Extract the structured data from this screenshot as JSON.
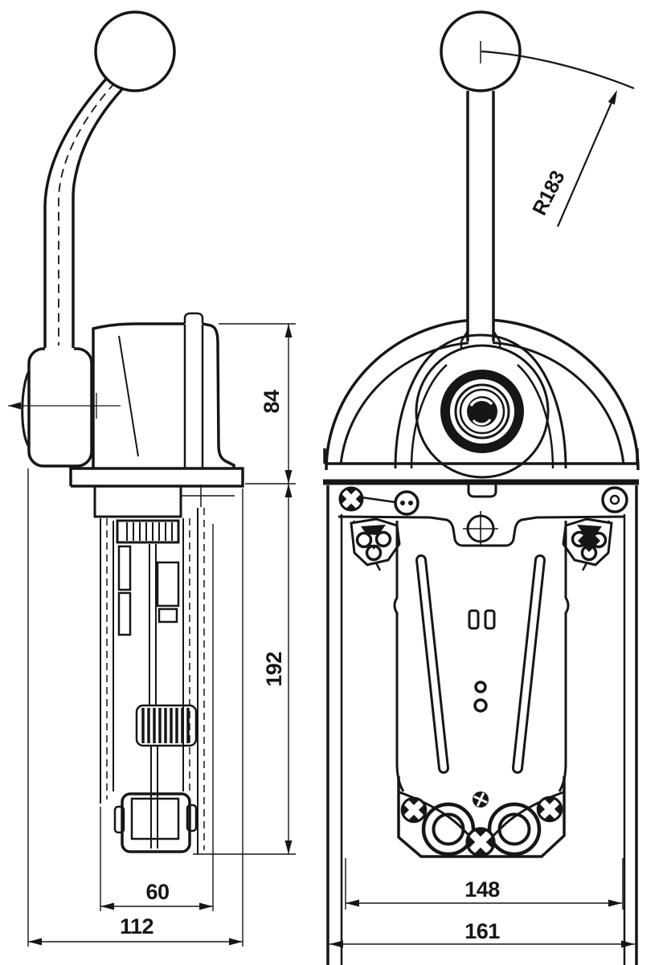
{
  "drawing": {
    "colors": {
      "ink": "#161616",
      "paper": "#ffffff"
    },
    "dimensions": {
      "upper_height": {
        "label": "84"
      },
      "lower_height": {
        "label": "192"
      },
      "inner_depth": {
        "label": "60"
      },
      "overall_depth": {
        "label": "112"
      },
      "inner_width": {
        "label": "148"
      },
      "overall_width": {
        "label": "161"
      },
      "lever_swing_radius": {
        "label": "R183"
      }
    }
  }
}
